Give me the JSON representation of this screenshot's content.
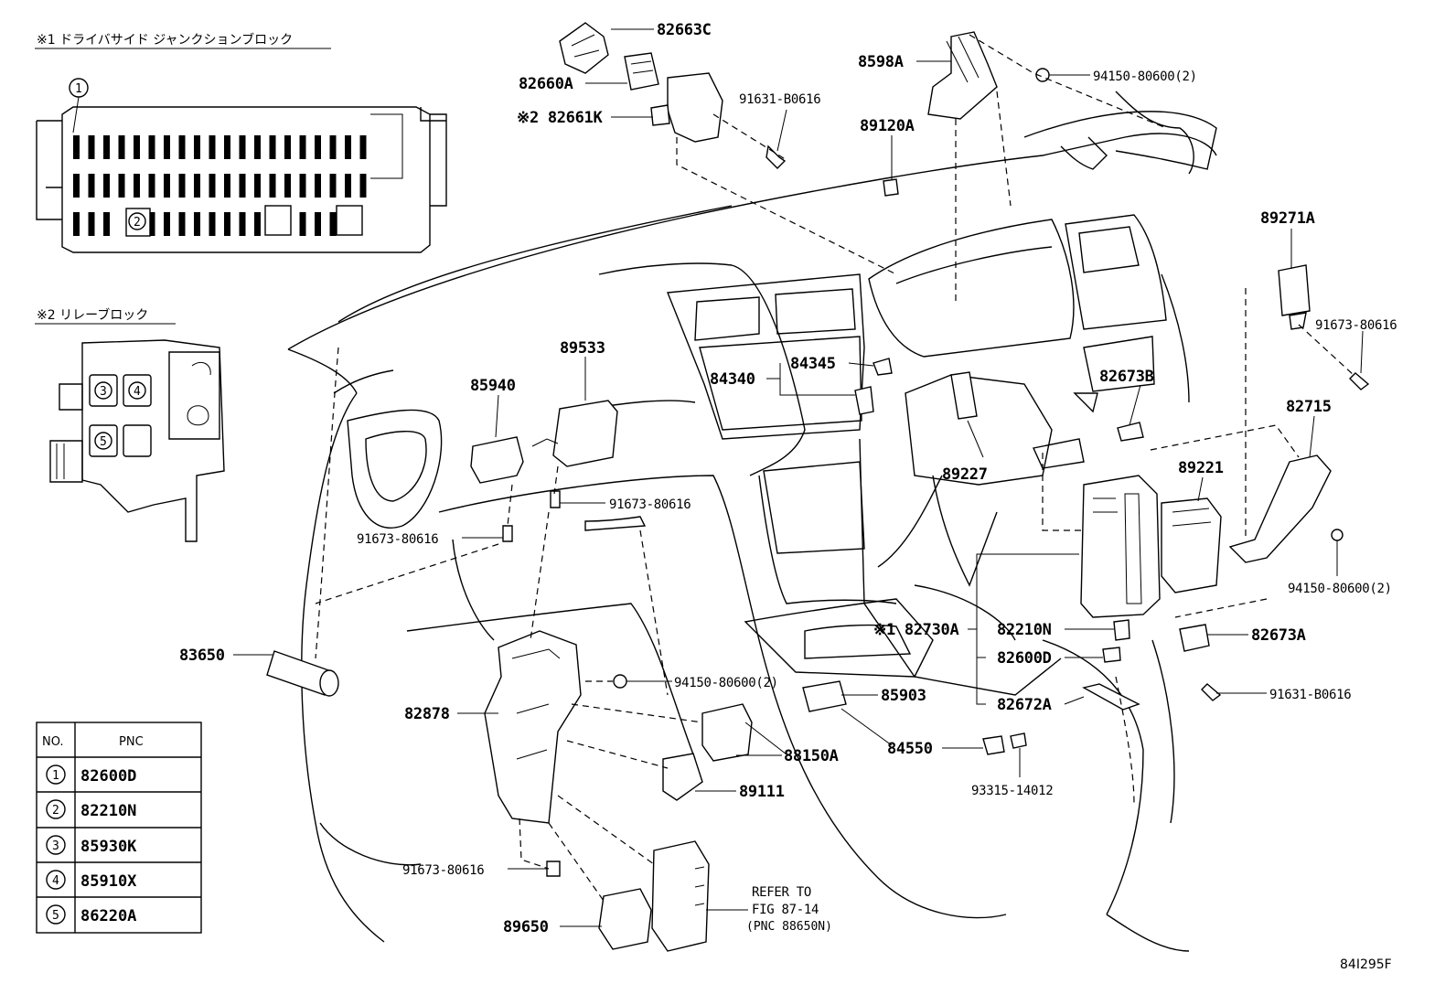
{
  "inset1": {
    "title": "※1 ドライバサイド ジャンクションブロック",
    "ref1": "1",
    "ref2": "2"
  },
  "inset2": {
    "title": "※2 リレーブロック",
    "ref3": "3",
    "ref4": "4",
    "ref5": "5"
  },
  "table": {
    "col_no": "NO.",
    "col_pnc": "PNC",
    "rows": [
      {
        "no": "1",
        "pnc": "82600D"
      },
      {
        "no": "2",
        "pnc": "82210N"
      },
      {
        "no": "3",
        "pnc": "85930K"
      },
      {
        "no": "4",
        "pnc": "85910X"
      },
      {
        "no": "5",
        "pnc": "86220A"
      }
    ]
  },
  "labels": {
    "p82663C": "82663C",
    "p82660A": "82660A",
    "p82661K": "※2 82661K",
    "p91631_B0616_top": "91631-B0616",
    "p8598A": "8598A",
    "p94150_top": "94150-80600(2)",
    "p89120A": "89120A",
    "p89271A": "89271A",
    "p91673_right": "91673-80616",
    "p89533": "89533",
    "p85940": "85940",
    "p84345": "84345",
    "p84340": "84340",
    "p82673B": "82673B",
    "p82715": "82715",
    "p91673_mid": "91673-80616",
    "p91673_left": "91673-80616",
    "p89227": "89227",
    "p89221": "89221",
    "p94150_right": "94150-80600(2)",
    "p83650": "83650",
    "p82730A": "※1 82730A",
    "p82210N": "82210N",
    "p82600D": "82600D",
    "p82672A": "82672A",
    "p82673A": "82673A",
    "p94150_mid": "94150-80600(2)",
    "p82878": "82878",
    "p85903": "85903",
    "p91631_B0616_bottom": "91631-B0616",
    "p84550": "84550",
    "p88150A": "88150A",
    "p89111": "89111",
    "p93315": "93315-14012",
    "p91673_bottom": "91673-80616",
    "p89650": "89650",
    "refer1": "REFER TO",
    "refer2": "FIG 87-14",
    "refer3": "(PNC 88650N)",
    "figcode": "84I295F"
  }
}
